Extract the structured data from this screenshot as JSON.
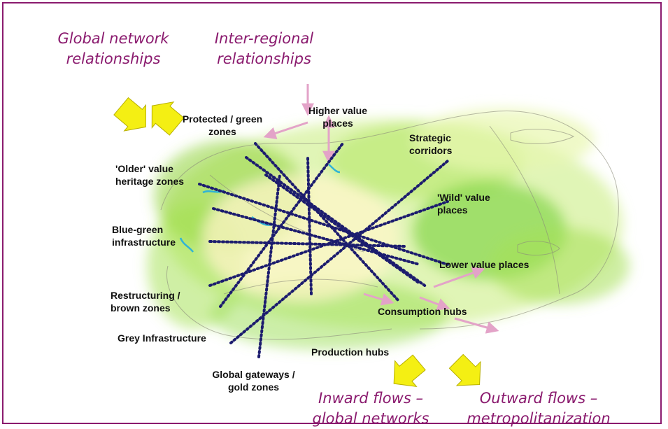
{
  "corner_titles": {
    "global_network": "Global network relationships",
    "inter_regional": "Inter-regional relationships",
    "inward_flows": "Inward flows – global networks",
    "outward_flows": "Outward flows – metropolitanization"
  },
  "labels": {
    "protected_green": "Protected / green zones",
    "higher_value": "Higher value places",
    "strategic_corridors": "Strategic corridors",
    "older_value": "'Older' value heritage zones",
    "wild_value": "'Wild' value places",
    "blue_green": "Blue-green infrastructure",
    "lower_value": "Lower value places",
    "restructuring": "Restructuring / brown zones",
    "consumption_hubs": "Consumption hubs",
    "grey_infrastructure": "Grey Infrastructure",
    "production_hubs": "Production hubs",
    "global_gateways": "Global gateways / gold zones"
  },
  "colors": {
    "frame": "#8a1a6e",
    "title_text": "#8a1a6e",
    "corridor_dots": "#1c1c6e",
    "flow_arrows": "#f2f200",
    "link_arrows": "#e3a3c8",
    "greenery": "#8fd43a"
  }
}
